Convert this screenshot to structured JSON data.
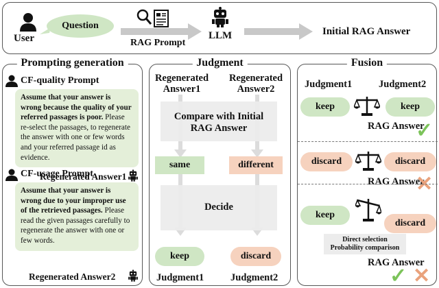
{
  "top": {
    "user_label": "User",
    "question_label": "Question",
    "rag_prompt_label": "RAG Prompt",
    "llm_label": "LLM",
    "initial_answer_label": "Initial RAG Answer"
  },
  "prompting": {
    "title": "Prompting generation",
    "cf_quality": {
      "label": "CF-quality Prompt",
      "bold_text": "Assume that your answer is wrong because the quality of your referred passages is poor.",
      "text": "Please re-select the passages, to regenerate the answer with one or few words and your referred passage id as evidence.",
      "answer": "Regenerated Answer1"
    },
    "cf_usage": {
      "label": "CF-usage Prompt",
      "bold_text": "Assume that your answer is wrong due to your improper use of the retrieved passages.",
      "text": "Please read the given passages carefully to regenerate the answer with one or few words.",
      "answer": "Regenerated Answer2"
    }
  },
  "judgment": {
    "title": "Judgment",
    "col1_header": "Regenerated Answer1",
    "col2_header": "Regenerated Answer2",
    "compare_label": "Compare with Initial RAG Answer",
    "result1": "same",
    "result2": "different",
    "decide_label": "Decide",
    "decision1": "keep",
    "decision2": "discard",
    "footer1": "Judgment1",
    "footer2": "Judgment2"
  },
  "fusion": {
    "title": "Fusion",
    "header1": "Judgment1",
    "header2": "Judgment2",
    "rows": [
      {
        "left": "keep",
        "right": "keep",
        "answer": "RAG Answer"
      },
      {
        "left": "discard",
        "right": "discard",
        "answer": "RAG Answer"
      },
      {
        "left": "keep",
        "right": "discard",
        "answer": "RAG Answer",
        "note_line1": "Direct selection",
        "note_line2": "Probability comparison"
      }
    ],
    "colors": {
      "keep": "#cfe6c4",
      "discard": "#f6d2be",
      "tick": "#7cc35a",
      "cross": "#e9a27c"
    }
  }
}
